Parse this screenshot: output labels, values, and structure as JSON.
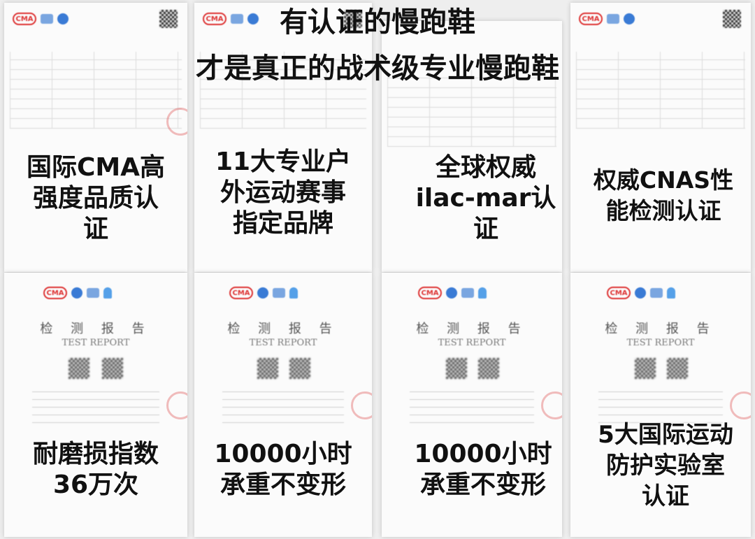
{
  "headline": {
    "line1": "有认证的慢跑鞋",
    "line2": "才是真正的战术级专业慢跑鞋"
  },
  "documents": {
    "cma_logo": "CMA",
    "report_title": "检 测 报 告",
    "report_subtitle": "TEST REPORT"
  },
  "captions": [
    {
      "line1": "国际CMA高",
      "line2": "强度品质认",
      "line3": "证"
    },
    {
      "line1": "11大专业户",
      "line2": "外运动赛事",
      "line3": "指定品牌"
    },
    {
      "line1": "全球权威",
      "line2": "ilac-mar认",
      "line3": "证"
    },
    {
      "line1": "权威CNAS性",
      "line2": "能检测认证",
      "line3": ""
    },
    {
      "line1": "耐磨损指数",
      "line2": "36万次",
      "line3": ""
    },
    {
      "line1": "10000小时",
      "line2": "承重不变形",
      "line3": ""
    },
    {
      "line1": "10000小时",
      "line2": "承重不变形",
      "line3": ""
    },
    {
      "line1": "5大国际运动",
      "line2": "防护实验室",
      "line3": "认证"
    }
  ],
  "colors": {
    "cma_red": "#dd3333",
    "logo_blue": "#3a7bd5",
    "text": "#111111"
  }
}
